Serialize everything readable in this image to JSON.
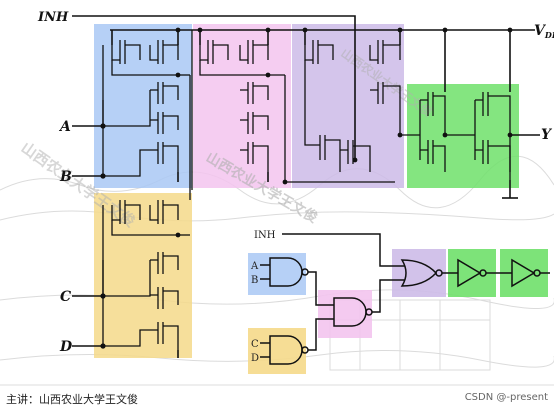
{
  "diagram": {
    "inputs": {
      "inh": "INH",
      "a": "A",
      "b": "B",
      "c": "C",
      "d": "D"
    },
    "supply": {
      "main": "V",
      "sub": "DD"
    },
    "output": "Y",
    "lower": {
      "inh": "INH",
      "a": "A",
      "b": "B",
      "c": "C",
      "d": "D"
    },
    "watermark": "山西农业大学王文俊",
    "colors": {
      "blue": "#a9c8f4",
      "pink": "#f3c4ee",
      "violet": "#cdbbe8",
      "green": "#6fe06a",
      "yellow": "#f5d98a"
    }
  },
  "footer": {
    "lecturer": "主讲：山西农业大学王文俊",
    "credit": "CSDN @-present"
  }
}
